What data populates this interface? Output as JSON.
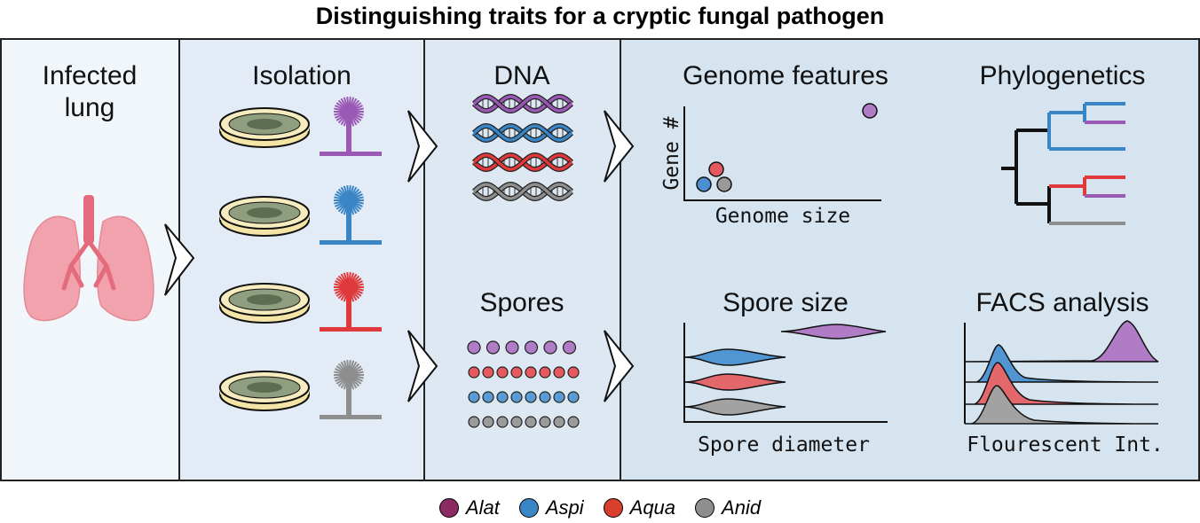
{
  "title": "Distinguishing traits for a cryptic fungal pathogen",
  "colors": {
    "alat": "#9b59b6",
    "aspi": "#3a85c6",
    "aqua": "#e0393b",
    "anid": "#8e8e8e",
    "panel_light": "#f1f6fb",
    "panel_mid": "#e3ecf6",
    "panel_dark": "#d6e4f0"
  },
  "panels": {
    "lung": {
      "label_line1": "Infected",
      "label_line2": "lung"
    },
    "isolation": {
      "label": "Isolation"
    },
    "dna": {
      "label": "DNA"
    },
    "spores": {
      "label": "Spores"
    },
    "genome": {
      "title": "Genome features",
      "xlabel": "Genome size",
      "ylabel": "Gene #"
    },
    "phylo": {
      "title": "Phylogenetics"
    },
    "spore_size": {
      "title": "Spore size",
      "xlabel": "Spore diameter"
    },
    "facs": {
      "title": "FACS analysis",
      "xlabel": "Flourescent Int."
    }
  },
  "legend": [
    {
      "label": "Alat",
      "color": "#8b2a63"
    },
    {
      "label": "Aspi",
      "color": "#3a85c6"
    },
    {
      "label": "Aqua",
      "color": "#d9402b"
    },
    {
      "label": "Anid",
      "color": "#8e8e8e"
    }
  ]
}
